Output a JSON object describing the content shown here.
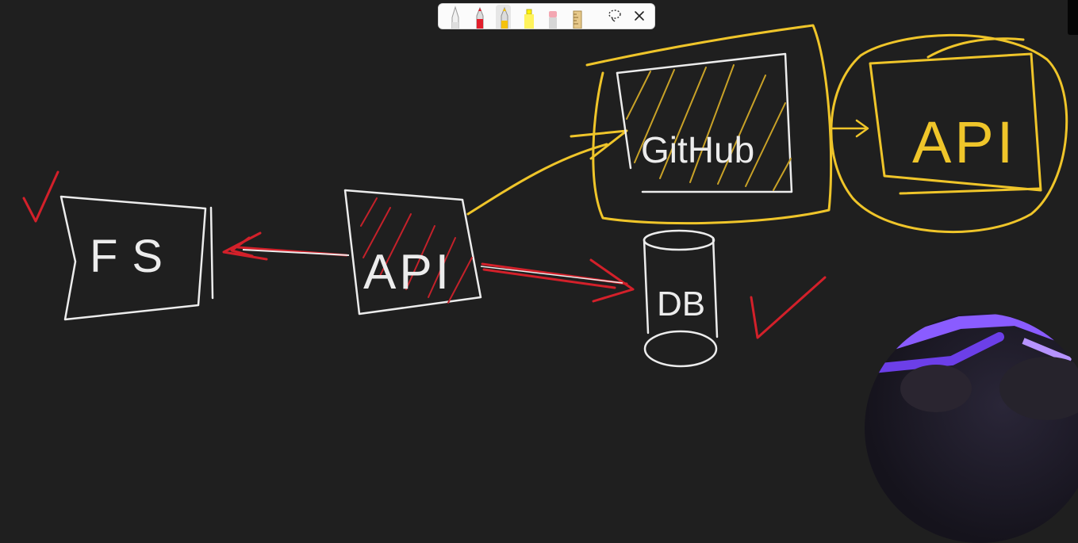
{
  "toolbar": {
    "tools": [
      {
        "name": "pen-white",
        "color": "#e8e8e8"
      },
      {
        "name": "pen-red",
        "color": "#e21f2c"
      },
      {
        "name": "pen-yellow",
        "color": "#f4c20d",
        "selected": true
      },
      {
        "name": "highlighter-yellow",
        "color": "#fff200"
      },
      {
        "name": "eraser",
        "color": "#f3a7b2"
      },
      {
        "name": "ruler",
        "color": "#e7c98b"
      }
    ],
    "icons": [
      "lasso-select-icon",
      "close-icon"
    ]
  },
  "diagram": {
    "labels": {
      "fs": "FS",
      "api_center": "API",
      "github": "GitHub",
      "api_right": "API",
      "db": "DB"
    },
    "colors": {
      "background": "#1f1f1f",
      "white_ink": "#ececec",
      "red_ink": "#d3202a",
      "yellow_ink": "#efc52a"
    }
  }
}
